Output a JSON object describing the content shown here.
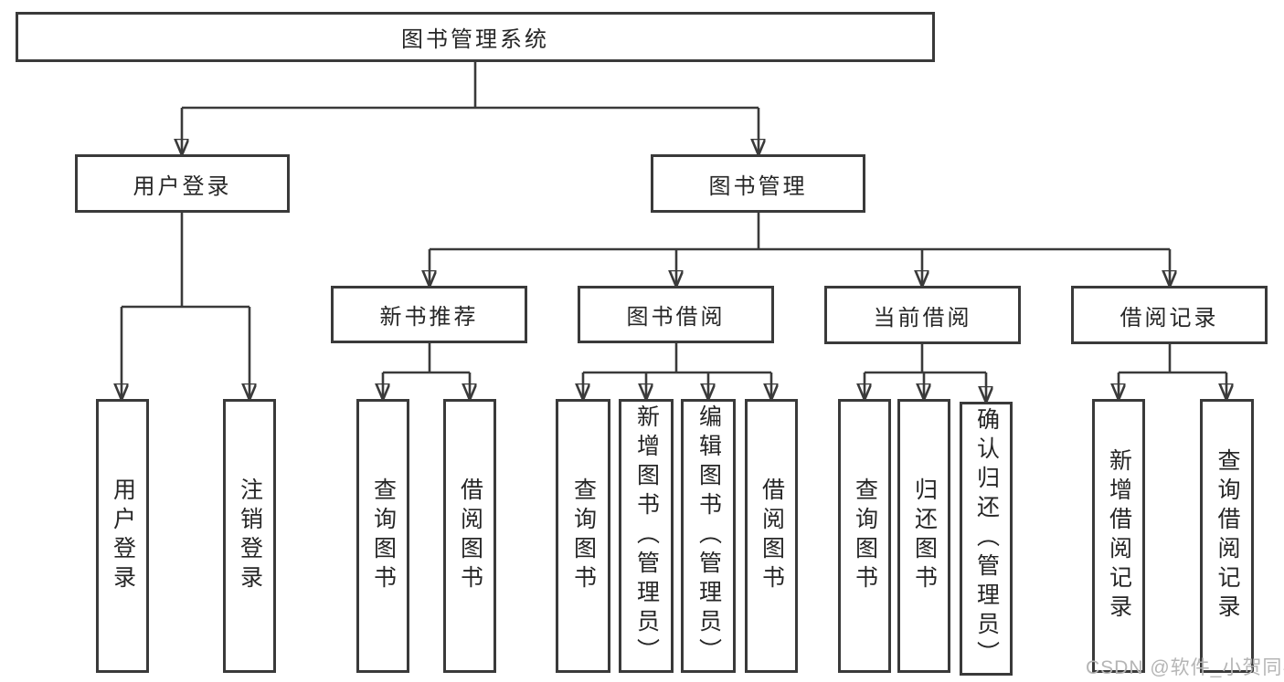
{
  "diagram": {
    "title": "图书管理系统",
    "type": "hierarchy-tree",
    "watermark": "CSDN @软件_小贺同学",
    "colors": {
      "line": "#3a3a3a",
      "box_border": "#3a3a3a",
      "box_fill": "#ffffff",
      "text": "#262626",
      "background": "#ffffff",
      "watermark": "#b5b5b5"
    },
    "structure": {
      "label": "图书管理系统",
      "children": [
        {
          "label": "用户登录",
          "children": [
            {
              "label": "用户登录"
            },
            {
              "label": "注销登录"
            }
          ]
        },
        {
          "label": "图书管理",
          "children": [
            {
              "label": "新书推荐",
              "children": [
                {
                  "label": "查询图书"
                },
                {
                  "label": "借阅图书"
                }
              ]
            },
            {
              "label": "图书借阅",
              "children": [
                {
                  "label": "查询图书"
                },
                {
                  "label": "新增图书（管理员）"
                },
                {
                  "label": "编辑图书（管理员）"
                },
                {
                  "label": "借阅图书"
                }
              ]
            },
            {
              "label": "当前借阅",
              "children": [
                {
                  "label": "查询图书"
                },
                {
                  "label": "归还图书"
                },
                {
                  "label": "确认归还（管理员）"
                }
              ]
            },
            {
              "label": "借阅记录",
              "children": [
                {
                  "label": "新增借阅记录"
                },
                {
                  "label": "查询借阅记录"
                }
              ]
            }
          ]
        }
      ]
    }
  }
}
